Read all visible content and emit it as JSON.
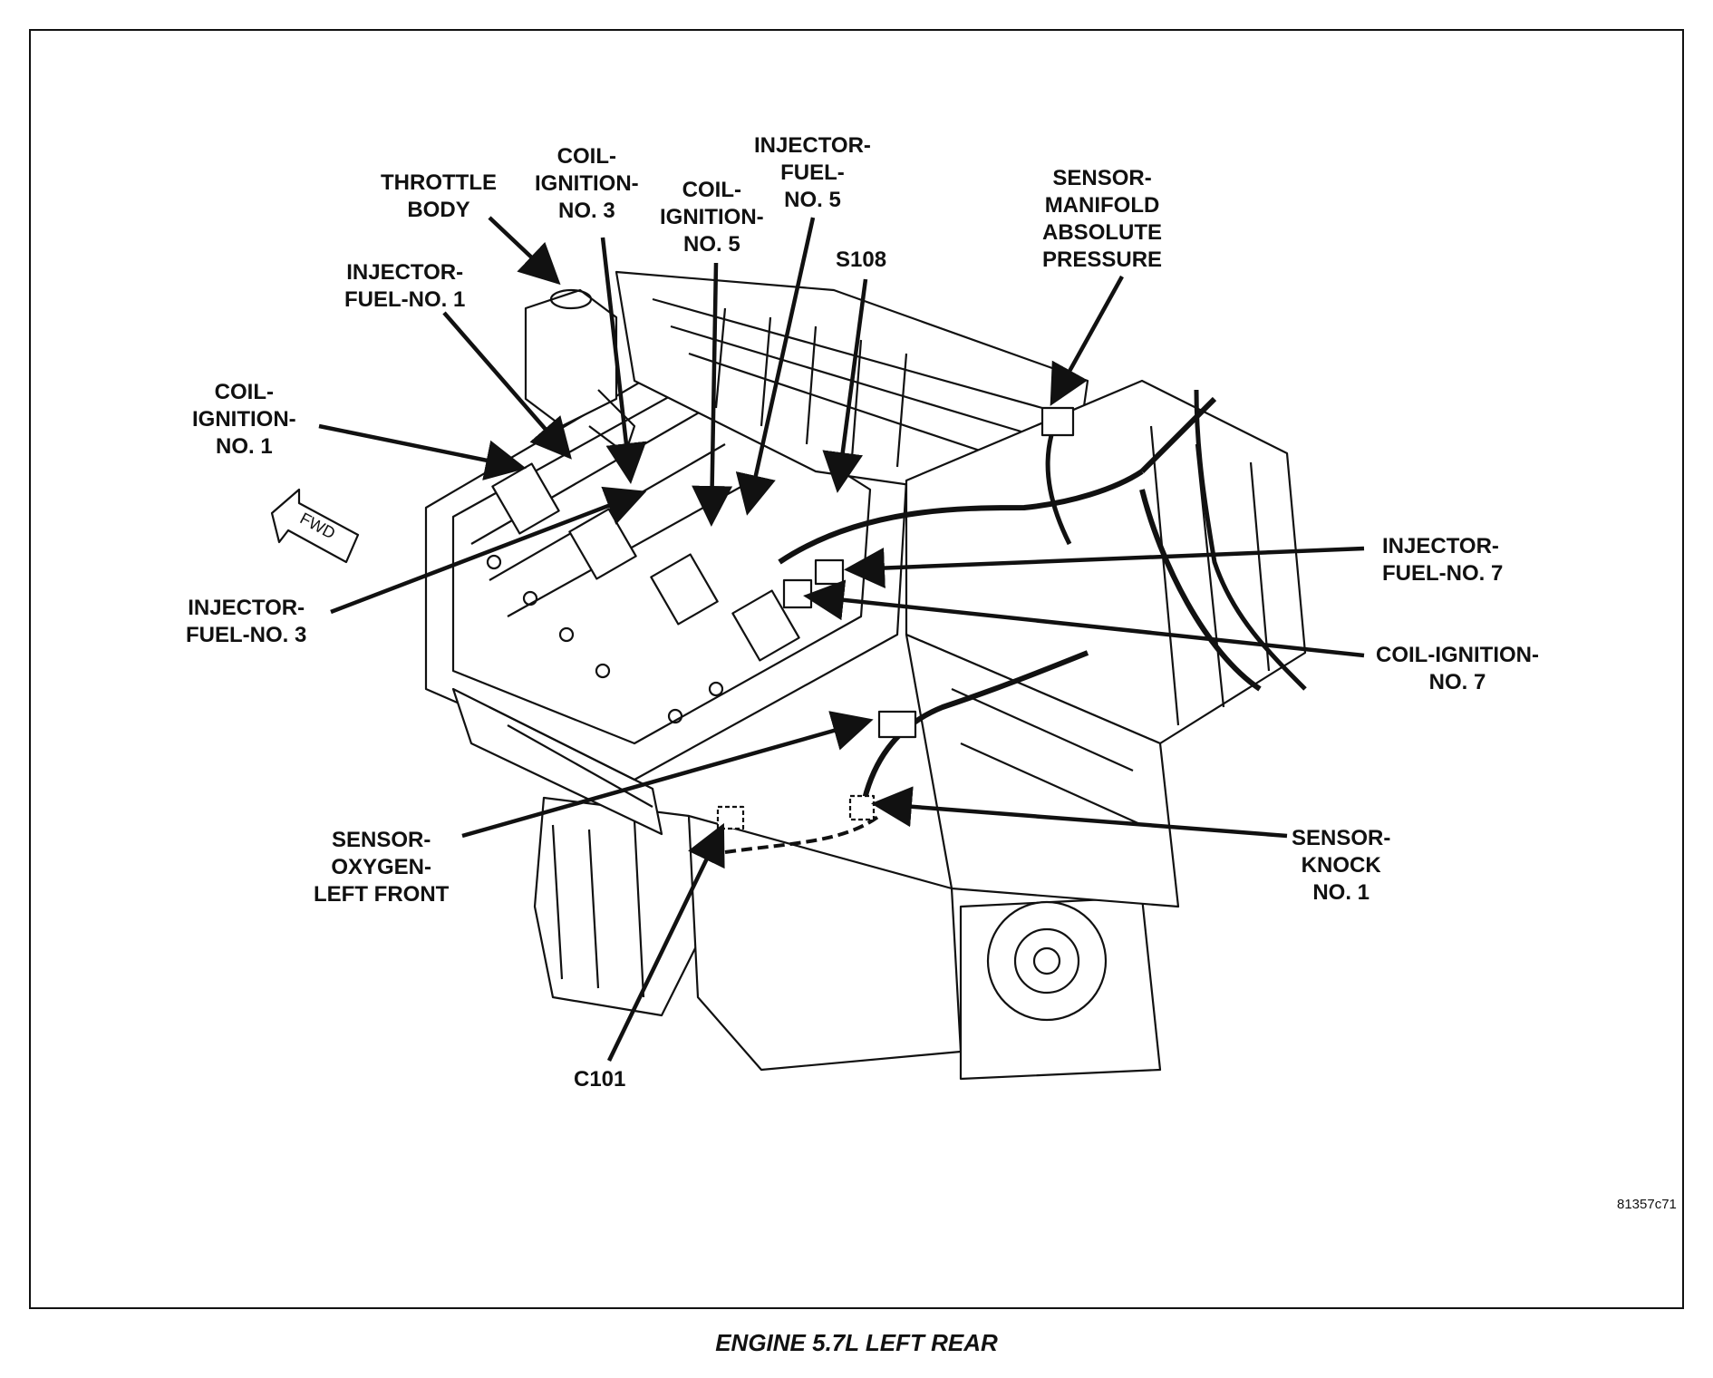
{
  "diagram": {
    "caption": "ENGINE 5.7L LEFT REAR",
    "figure_code": "81357c71",
    "fwd_label": "FWD",
    "labels": {
      "throttle_body": "THROTTLE\nBODY",
      "coil_ignition_no3": "COIL-\nIGNITION-\nNO. 3",
      "coil_ignition_no5": "COIL-\nIGNITION-\nNO. 5",
      "injector_fuel_no5": "INJECTOR-\nFUEL-\nNO. 5",
      "s108": "S108",
      "sensor_map": "SENSOR-\nMANIFOLD\nABSOLUTE\nPRESSURE",
      "injector_fuel_no1": "INJECTOR-\nFUEL-NO. 1",
      "coil_ignition_no1": "COIL-\nIGNITION-\nNO. 1",
      "injector_fuel_no3": "INJECTOR-\nFUEL-NO. 3",
      "injector_fuel_no7": "INJECTOR-\nFUEL-NO. 7",
      "coil_ignition_no7": "COIL-IGNITION-\nNO. 7",
      "sensor_oxygen": "SENSOR-\nOXYGEN-\nLEFT FRONT",
      "sensor_knock": "SENSOR-\nKNOCK\nNO. 1",
      "c101": "C101"
    }
  }
}
